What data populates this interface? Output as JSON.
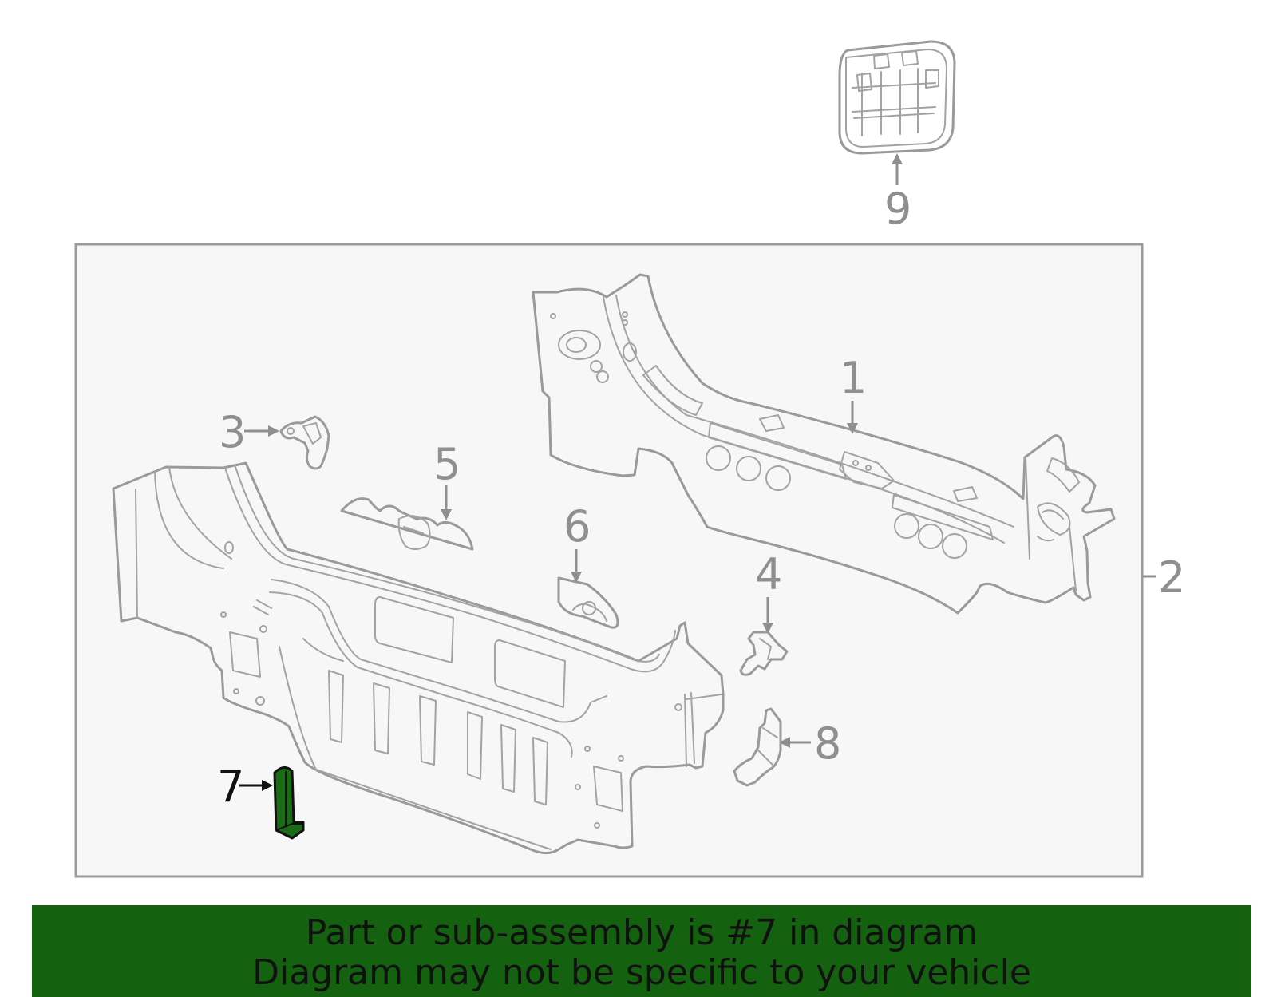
{
  "colors": {
    "highlight_fill": "#1b6a16",
    "banner_background": "#146110",
    "frame_background": "#f7f7f7",
    "line_gray": "#9a9a9a"
  },
  "callouts": [
    {
      "id": "1",
      "label": "1"
    },
    {
      "id": "2",
      "label": "2"
    },
    {
      "id": "3",
      "label": "3"
    },
    {
      "id": "4",
      "label": "4"
    },
    {
      "id": "5",
      "label": "5"
    },
    {
      "id": "6",
      "label": "6"
    },
    {
      "id": "7",
      "label": "7",
      "highlighted": true
    },
    {
      "id": "8",
      "label": "8"
    },
    {
      "id": "9",
      "label": "9"
    }
  ],
  "banner": {
    "line1": "Part or sub-assembly is #7 in diagram",
    "line2": "Diagram may not be specific to your vehicle"
  }
}
